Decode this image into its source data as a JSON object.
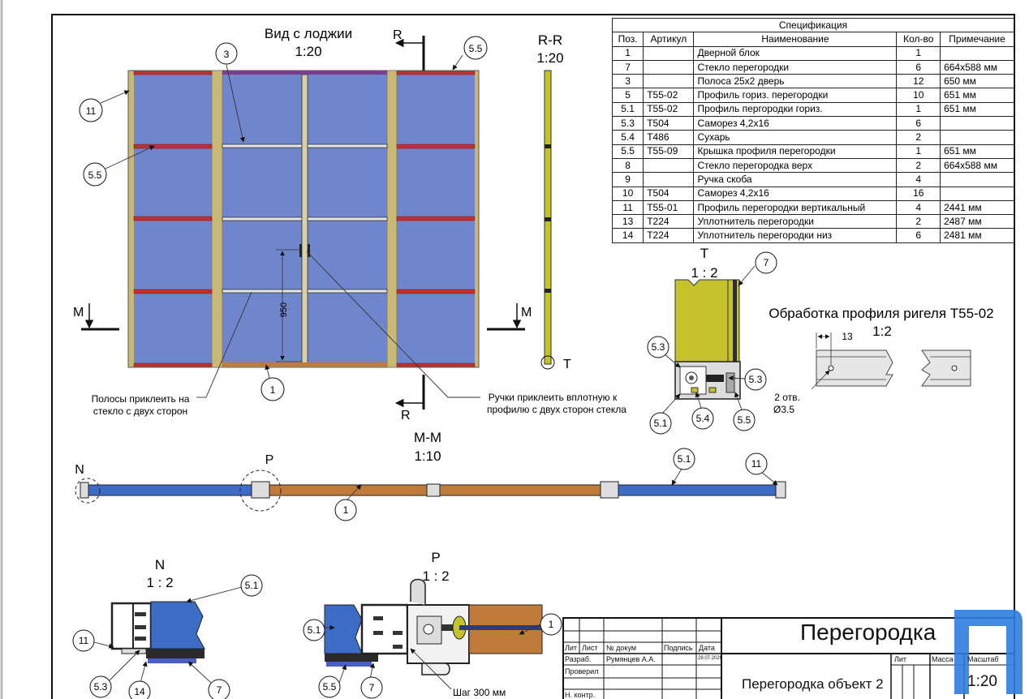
{
  "views": {
    "main_title": "Вид с лоджии",
    "main_scale": "1:20",
    "rr_title": "R-R",
    "rr_scale": "1:20",
    "t_title": "T",
    "t_scale": "1 : 2",
    "mm_title": "M-M",
    "mm_scale": "1:10",
    "n_title": "N",
    "n_scale": "1 : 2",
    "p_title": "P",
    "p_scale": "1 : 2",
    "rigel_title": "Обработка профиля ригеля Т55-02",
    "rigel_scale": "1:2"
  },
  "section_marks": {
    "r": "R",
    "m": "M",
    "t": "T",
    "n": "N",
    "p": "P"
  },
  "dimensions": {
    "door_height": "950",
    "hole_offset": "13",
    "holes": "2 отв.",
    "hole_dia": "Ø3.5",
    "step": "Шаг 300 мм"
  },
  "notes": {
    "strips_line1": "Полосы приклеить на",
    "strips_line2": "стекло с двух сторон",
    "handles_line1": "Ручки приклеить вплотную к",
    "handles_line2": "профилю с двух сторон стекла"
  },
  "callouts": {
    "main_3": "3",
    "main_55": "5.5",
    "main_11": "11",
    "main_55b": "5.5",
    "main_1": "1",
    "t_7": "7",
    "t_53a": "5.3",
    "t_53b": "5.3",
    "t_51": "5.1",
    "t_54": "5.4",
    "t_55": "5.5",
    "mm_1": "1",
    "mm_51": "5.1",
    "mm_11": "11",
    "n_51": "5.1",
    "n_11": "11",
    "n_53": "5.3",
    "n_14": "14",
    "n_7": "7",
    "p_51": "5.1",
    "p_1": "1",
    "p_55": "5.5",
    "p_7": "7"
  },
  "spec": {
    "title": "Спецификация",
    "headers": [
      "Поз.",
      "Артикул",
      "Наименование",
      "Кол-во",
      "Примечание"
    ],
    "rows": [
      [
        "1",
        "",
        "Дверной блок",
        "1",
        ""
      ],
      [
        "7",
        "",
        "Стекло перегородки",
        "6",
        "664x588 мм"
      ],
      [
        "3",
        "",
        "Полоса 25x2 дверь",
        "12",
        "650 мм"
      ],
      [
        "5",
        "Т55-02",
        "Профиль гориз. перегородки",
        "10",
        "651 мм"
      ],
      [
        "5.1",
        "Т55-02",
        "Профиль пергородки гориз.",
        "1",
        "651 мм"
      ],
      [
        "5.3",
        "Т504",
        "Саморез 4,2x16",
        "6",
        ""
      ],
      [
        "5.4",
        "Т486",
        "Сухарь",
        "2",
        ""
      ],
      [
        "5.5",
        "Т55-09",
        "Крышка профиля перегородки",
        "1",
        "651 мм"
      ],
      [
        "8",
        "",
        "Стекло перегородка верх",
        "2",
        "664x588 мм"
      ],
      [
        "9",
        "",
        "Ручка скоба",
        "4",
        ""
      ],
      [
        "10",
        "Т504",
        "Саморез 4,2x16",
        "16",
        ""
      ],
      [
        "11",
        "Т55-01",
        "Профиль перегородки вертикальный",
        "4",
        "2441 мм"
      ],
      [
        "13",
        "Т224",
        "Уплотнитель перегородки",
        "2",
        "2487 мм"
      ],
      [
        "14",
        "Т224",
        "Уплотнитель перегородки низ",
        "6",
        "2481 мм"
      ]
    ]
  },
  "title_block": {
    "title": "Перегородка",
    "subtitle": "Перегородка объект 2",
    "col_lit": "Лит",
    "col_list": "Лист",
    "col_doc": "№ докум",
    "col_sign": "Подпись",
    "col_date": "Дата",
    "row_dev": "Разраб.",
    "dev_name": "Румянцев А.А.",
    "dev_date": "29.07.2020",
    "row_check": "Проверил",
    "row_nctrl": "Н. контр.",
    "lit_label": "Лит",
    "mass_label": "Масса",
    "scale_label": "Масштаб",
    "scale_value": "1:20"
  },
  "colors": {
    "glass": "#6f86cc",
    "profile": "#c9b774",
    "rail": "#c03030",
    "door_rail": "#c07a3a",
    "yellow": "#c6c22c",
    "logo": "#2f7de0"
  }
}
